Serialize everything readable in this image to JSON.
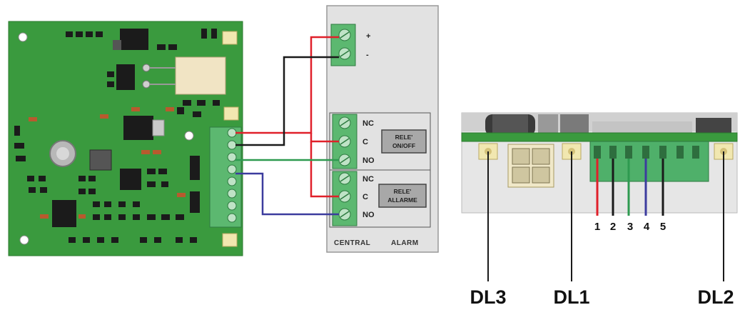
{
  "terminals": {
    "plus": "+",
    "minus": "-",
    "nc1": "NC",
    "c1": "C",
    "no1": "NO",
    "nc2": "NC",
    "c2": "C",
    "no2": "NO"
  },
  "relays": {
    "onoff_line1": "RELE'",
    "onoff_line2": "ON/OFF",
    "alarm_line1": "RELE'",
    "alarm_line2": "ALLARME"
  },
  "footer": {
    "left": "CENTRAL",
    "right": "ALARM"
  },
  "pins": [
    "1",
    "2",
    "3",
    "4",
    "5"
  ],
  "leds": {
    "dl3": "DL3",
    "dl1": "DL1",
    "dl2": "DL2"
  },
  "colors": {
    "pcb": "#3a9a3e",
    "wire_red": "#e0202a",
    "wire_black": "#1a1a1a",
    "wire_green": "#2e9a50",
    "wire_blue": "#3c3c9e",
    "panel": "#e2e2e2"
  }
}
